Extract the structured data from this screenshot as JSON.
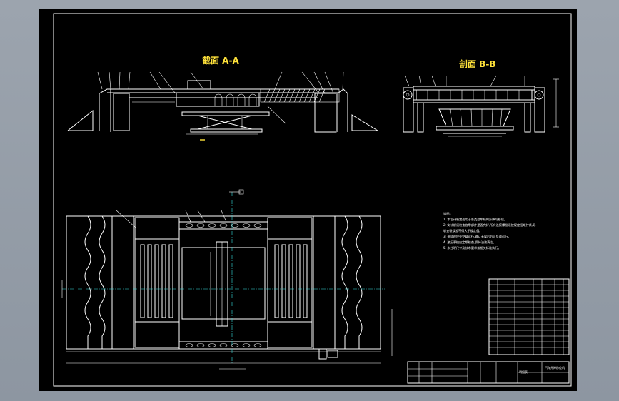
{
  "drawing": {
    "section_aa_title": "截面 A-A",
    "section_bb_title": "剖面 B-B",
    "notes_heading": "说明:",
    "notes": [
      "1. 本设计装置适用于各类型车辆的升降与移位。",
      "2. 安装前须检查各零部件是否完好,所有连接螺栓须按规定扭矩拧紧,导",
      "   轨安装误差不得大于规定值。",
      "3. 调试时应先空载运行,确认无误后方可负载运行。",
      "4. 液压系统应定期检查,保持油液清洁。",
      "5. 未注明尺寸及技术要求按相关标准执行。"
    ],
    "parts_table_title": "明细表",
    "title_block_name": "汽车升降移位机",
    "colors": {
      "lines": "#ffffff",
      "titles": "#ffe23a",
      "centerlines": "#38e0e0",
      "sheet": "#000000"
    }
  }
}
